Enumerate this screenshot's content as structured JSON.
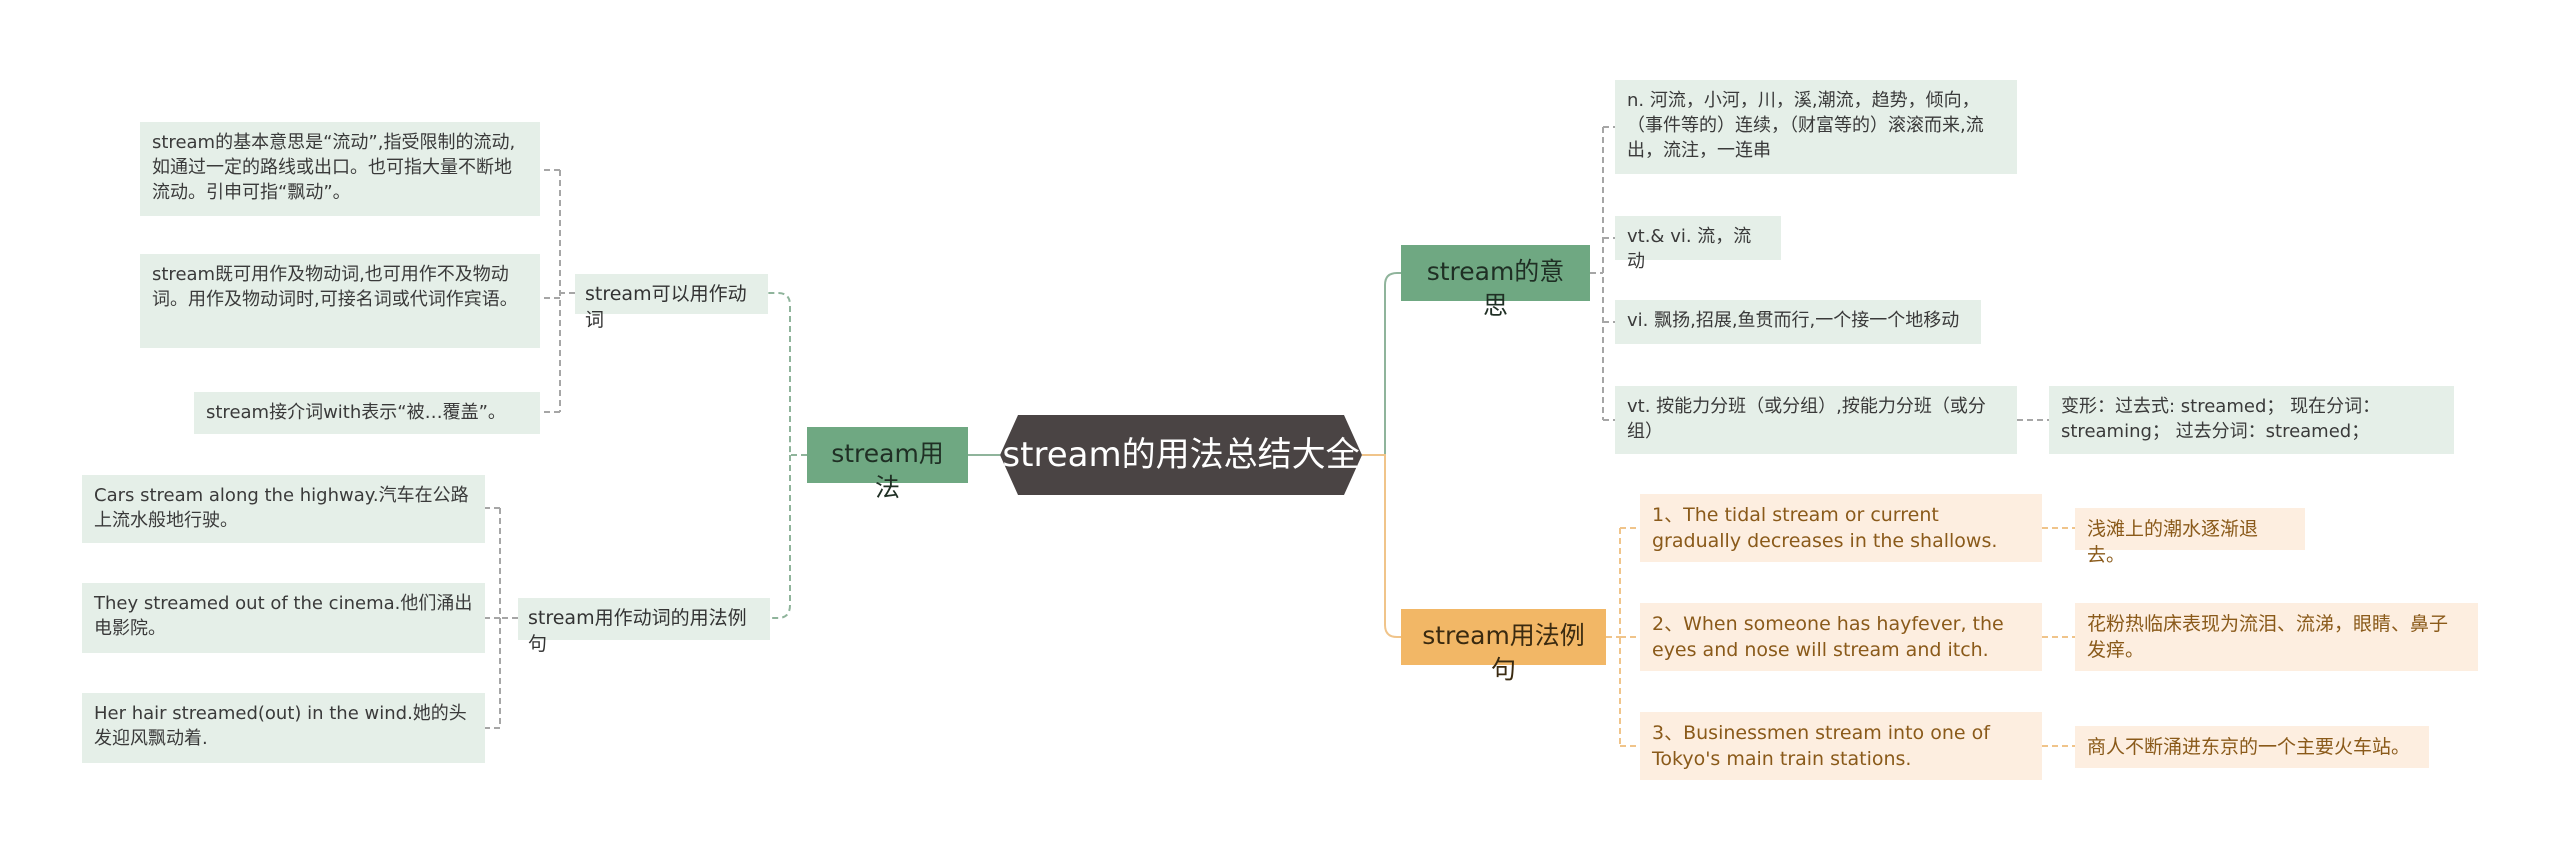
{
  "center": {
    "title": "stream的用法总结大全"
  },
  "left": {
    "usage": {
      "label": "stream用法",
      "verb": {
        "label": "stream可以用作动词",
        "items": [
          "stream的基本意思是“流动”,指受限制的流动,如通过一定的路线或出口。也可指大量不断地流动。引申可指“飘动”。",
          "stream既可用作及物动词,也可用作不及物动词。用作及物动词时,可接名词或代词作宾语。",
          "stream接介词with表示“被…覆盖”。"
        ]
      },
      "examples": {
        "label": "stream用作动词的用法例句",
        "items": [
          "Cars stream along the highway.汽车在公路上流水般地行驶。",
          "They streamed out of the cinema.他们涌出电影院。",
          "Her hair streamed(out) in the wind.她的头发迎风飘动着."
        ]
      }
    }
  },
  "right": {
    "meaning": {
      "label": "stream的意思",
      "items": [
        "n. 河流，小河，川，溪,潮流，趋势，倾向，（事件等的）连续，（财富等的）滚滚而来,流出，流注，一连串",
        "vt.& vi. 流，流动",
        "vi. 飘扬,招展,鱼贯而行,一个接一个地移动",
        "vt. 按能力分班（或分组）,按能力分班（或分组）"
      ],
      "sub": "变形：过去式: streamed；  现在分词：streaming；  过去分词：streamed；"
    },
    "sentences": {
      "label": "stream用法例句",
      "items": [
        {
          "en": "1、The tidal stream or current gradually decreases in the shallows.",
          "zh": "浅滩上的潮水逐渐退去。"
        },
        {
          "en": "2、When someone has hayfever, the eyes and nose will stream and itch.",
          "zh": "花粉热临床表现为流泪、流涕，眼睛、鼻子发痒。"
        },
        {
          "en": "3、Businessmen stream into one of Tokyo's main train stations.",
          "zh": "商人不断涌进东京的一个主要火车站。"
        }
      ]
    }
  },
  "colors": {
    "green_branch": "#6fa882",
    "orange_branch": "#f2b766",
    "green_leaf": "#e5efe8",
    "peach_leaf": "#fdeee0",
    "center": "#4a4444",
    "green_line": "#8fb49b",
    "orange_line": "#f0c48a",
    "dash_line": "#a6a6a6"
  }
}
